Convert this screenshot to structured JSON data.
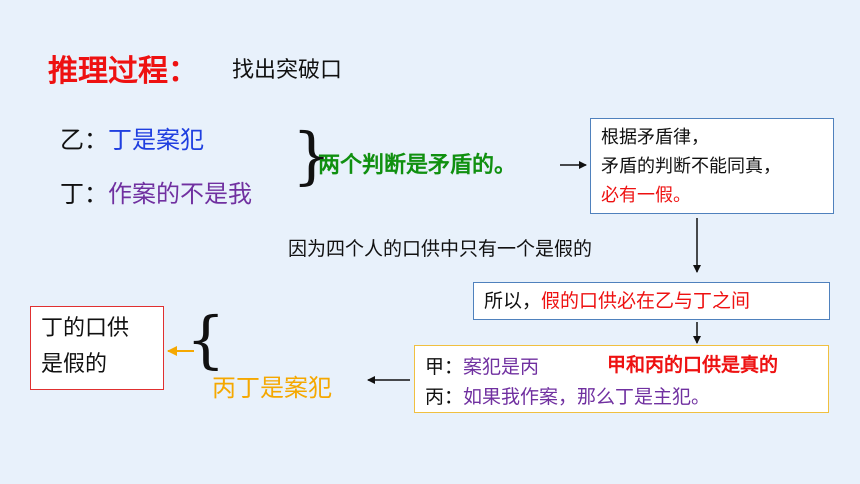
{
  "header": {
    "title": "推理过程：",
    "subtitle": "找出突破口"
  },
  "statements": {
    "yi": {
      "speaker": "乙：",
      "text": "丁是案犯"
    },
    "ding": {
      "speaker": "丁：",
      "text": "作案的不是我"
    }
  },
  "contradiction": {
    "brace": "}",
    "text": "两个判断是矛盾的。"
  },
  "rule_box": {
    "line1": "根据矛盾律，",
    "line2": "矛盾的判断不能同真，",
    "line3": "必有一假。"
  },
  "premise": "因为四个人的口供中只有一个是假的",
  "middle_box": {
    "prefix": "所以，",
    "text": "假的口供必在乙与丁之间"
  },
  "jia_bing_box": {
    "jia_speaker": "甲：",
    "jia_text": "案犯是丙",
    "bing_speaker": "丙：",
    "bing_text": "如果我作案，那么丁是主犯。",
    "both_true": "甲和丙的口供是真的"
  },
  "culprit": {
    "brace": "{",
    "text": "丙丁是案犯"
  },
  "conclusion_box": {
    "line1": "丁的口供",
    "line2": "是假的"
  },
  "colors": {
    "title": "#ee1111",
    "blue": "#1f3fe0",
    "purple": "#7030a0",
    "green": "#109010",
    "orange": "#f5a800",
    "box_border": "#4f81bd",
    "gold_border": "#f0c040",
    "red_border": "#e03030"
  }
}
